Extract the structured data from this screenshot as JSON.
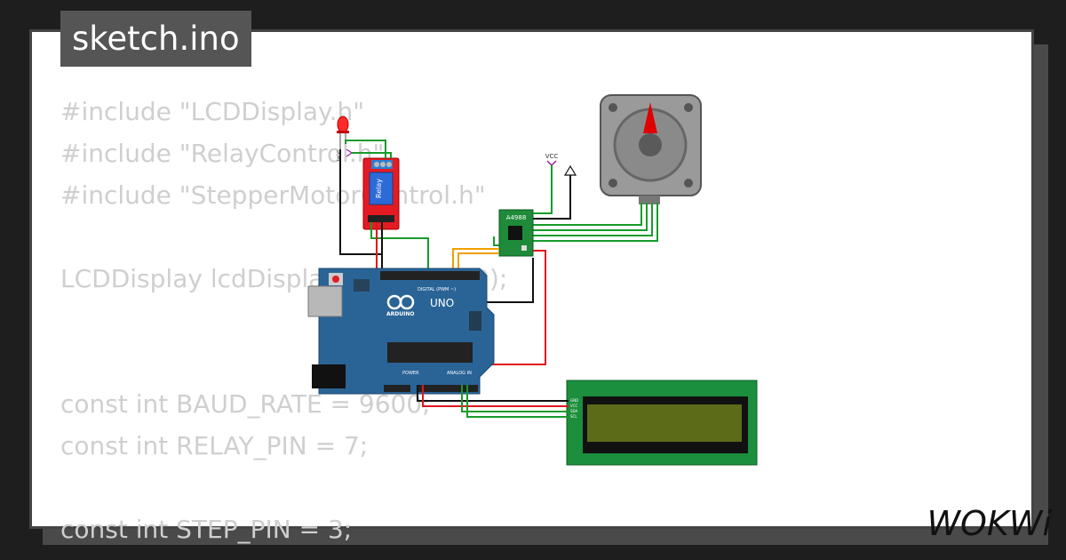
{
  "title": "sketch.ino",
  "code_lines": [
    "#include \"LCDDisplay.h\"",
    "#include \"RelayControl.h\"",
    "#include \"StepperMotorControl.h\"",
    "",
    "LCDDisplay lcdDisplay(0x27, 16, 2);",
    "",
    "",
    "const int BAUD_RATE = 9600;",
    "const int RELAY_PIN = 7;",
    "",
    "const int STEP_PIN = 3;"
  ],
  "labels": {
    "relay": "Relay",
    "driver": "A4988",
    "vcc_driver": "VCC",
    "vcc_relay": "VCC",
    "arduino_brand": "ARDUINO",
    "arduino_model": "UNO",
    "arduino_digital": "DIGITAL (PWM ~)",
    "arduino_power": "POWER",
    "arduino_analog": "ANALOG IN",
    "lcd_pins": [
      "GND",
      "VCC",
      "SDA",
      "SCL"
    ]
  },
  "brand": "WOKWi",
  "colors": {
    "background": "#1e1e1e",
    "card": "#ffffff",
    "code_text": "#cfcfcf",
    "board_blue": "#2a6496",
    "relay_red": "#e41b23",
    "driver_green": "#1e8a3a",
    "lcd_green": "#1b8f3d",
    "lcd_screen": "#5c6b18",
    "wire_green": "#179b2a",
    "wire_red": "#e0151d",
    "wire_orange": "#f0a000"
  }
}
